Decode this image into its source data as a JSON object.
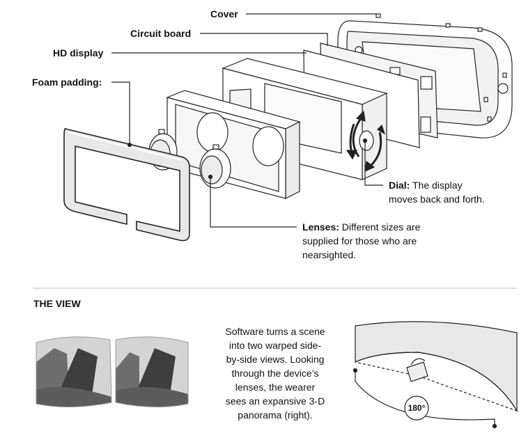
{
  "labels": {
    "cover": "Cover",
    "circuit_board": "Circuit board",
    "hd_display": "HD display",
    "foam_padding": "Foam padding:",
    "dial_title": "Dial:",
    "dial_line1": " The display",
    "dial_line2": "moves back and forth.",
    "lenses_title": "Lenses:",
    "lenses_line1": " Different sizes are",
    "lenses_line2": "supplied for those who are",
    "lenses_line3": "nearsighted."
  },
  "view": {
    "title": "THE VIEW",
    "description_lines": [
      "Software turns a scene",
      "into two warped side-",
      "by-side views. Looking",
      "through the device’s",
      "lenses, the wearer",
      "sees an expansive 3-D",
      "panorama (right)."
    ],
    "angle_label": "180°"
  },
  "colors": {
    "line": "#222222",
    "part_fill": "#ffffff",
    "part_shade": "#eeeeee",
    "foam": "#e6e6e6",
    "divider": "#bbbbbb",
    "sky": "#d8d8d8",
    "rock": "#4a4a4a"
  }
}
